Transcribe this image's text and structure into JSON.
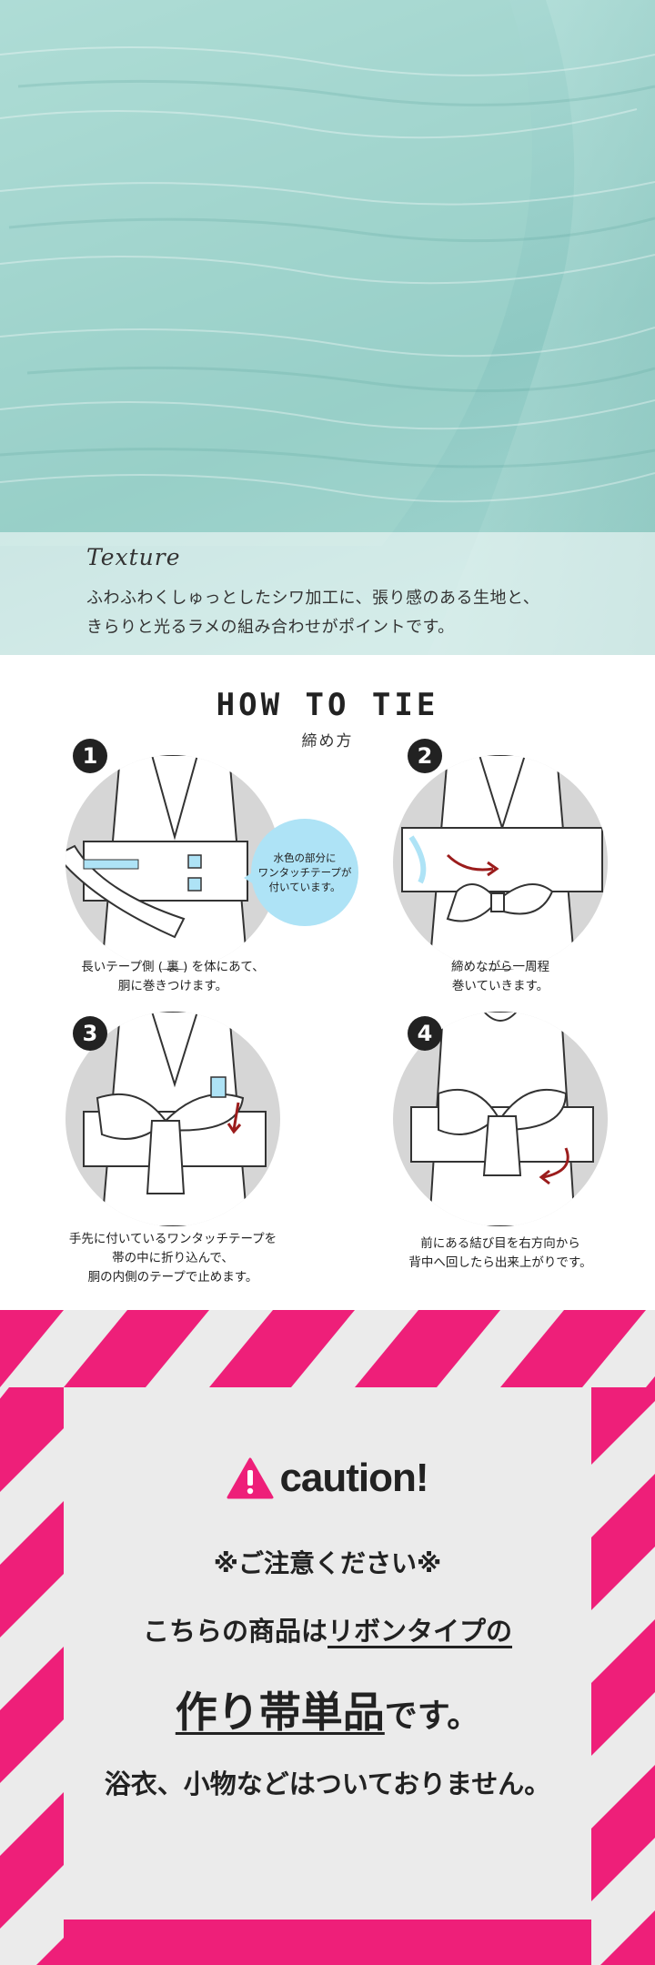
{
  "texture": {
    "title": "Texture",
    "line1": "ふわふわくしゅっとしたシワ加工に、張り感のある生地と、",
    "line2": "きらりと光るラメの組み合わせがポイントです。"
  },
  "how_to_tie": {
    "title": "HOW TO TIE",
    "subtitle": "締め方",
    "bubble": [
      "水色の部分に",
      "ワンタッチテープが",
      "付いています。"
    ],
    "steps": [
      {
        "number": "1",
        "caption": [
          "長いテープ側 ( 裏 ) を体にあて、",
          "胴に巻きつけます。"
        ]
      },
      {
        "number": "2",
        "caption": [
          "締めながら一周程",
          "巻いていきます。"
        ]
      },
      {
        "number": "3",
        "caption": [
          "手先に付いているワンタッチテープを",
          "帯の中に折り込んで、",
          "胴の内側のテープで止めます。"
        ]
      },
      {
        "number": "4",
        "caption": [
          "前にある結び目を右方向から",
          "背中へ回したら出来上がりです。"
        ]
      }
    ]
  },
  "caution": {
    "heading": "caution!",
    "subtitle": "※ご注意ください※",
    "line1_a": "こちらの商品は",
    "line1_b": "リボンタイプの",
    "line2_a": "作り帯単品",
    "line2_b": "です。",
    "line3": "浴衣、小物などはついておりません。",
    "colors": {
      "stripe": "#ee1f79",
      "panel": "#ebebeb"
    }
  }
}
